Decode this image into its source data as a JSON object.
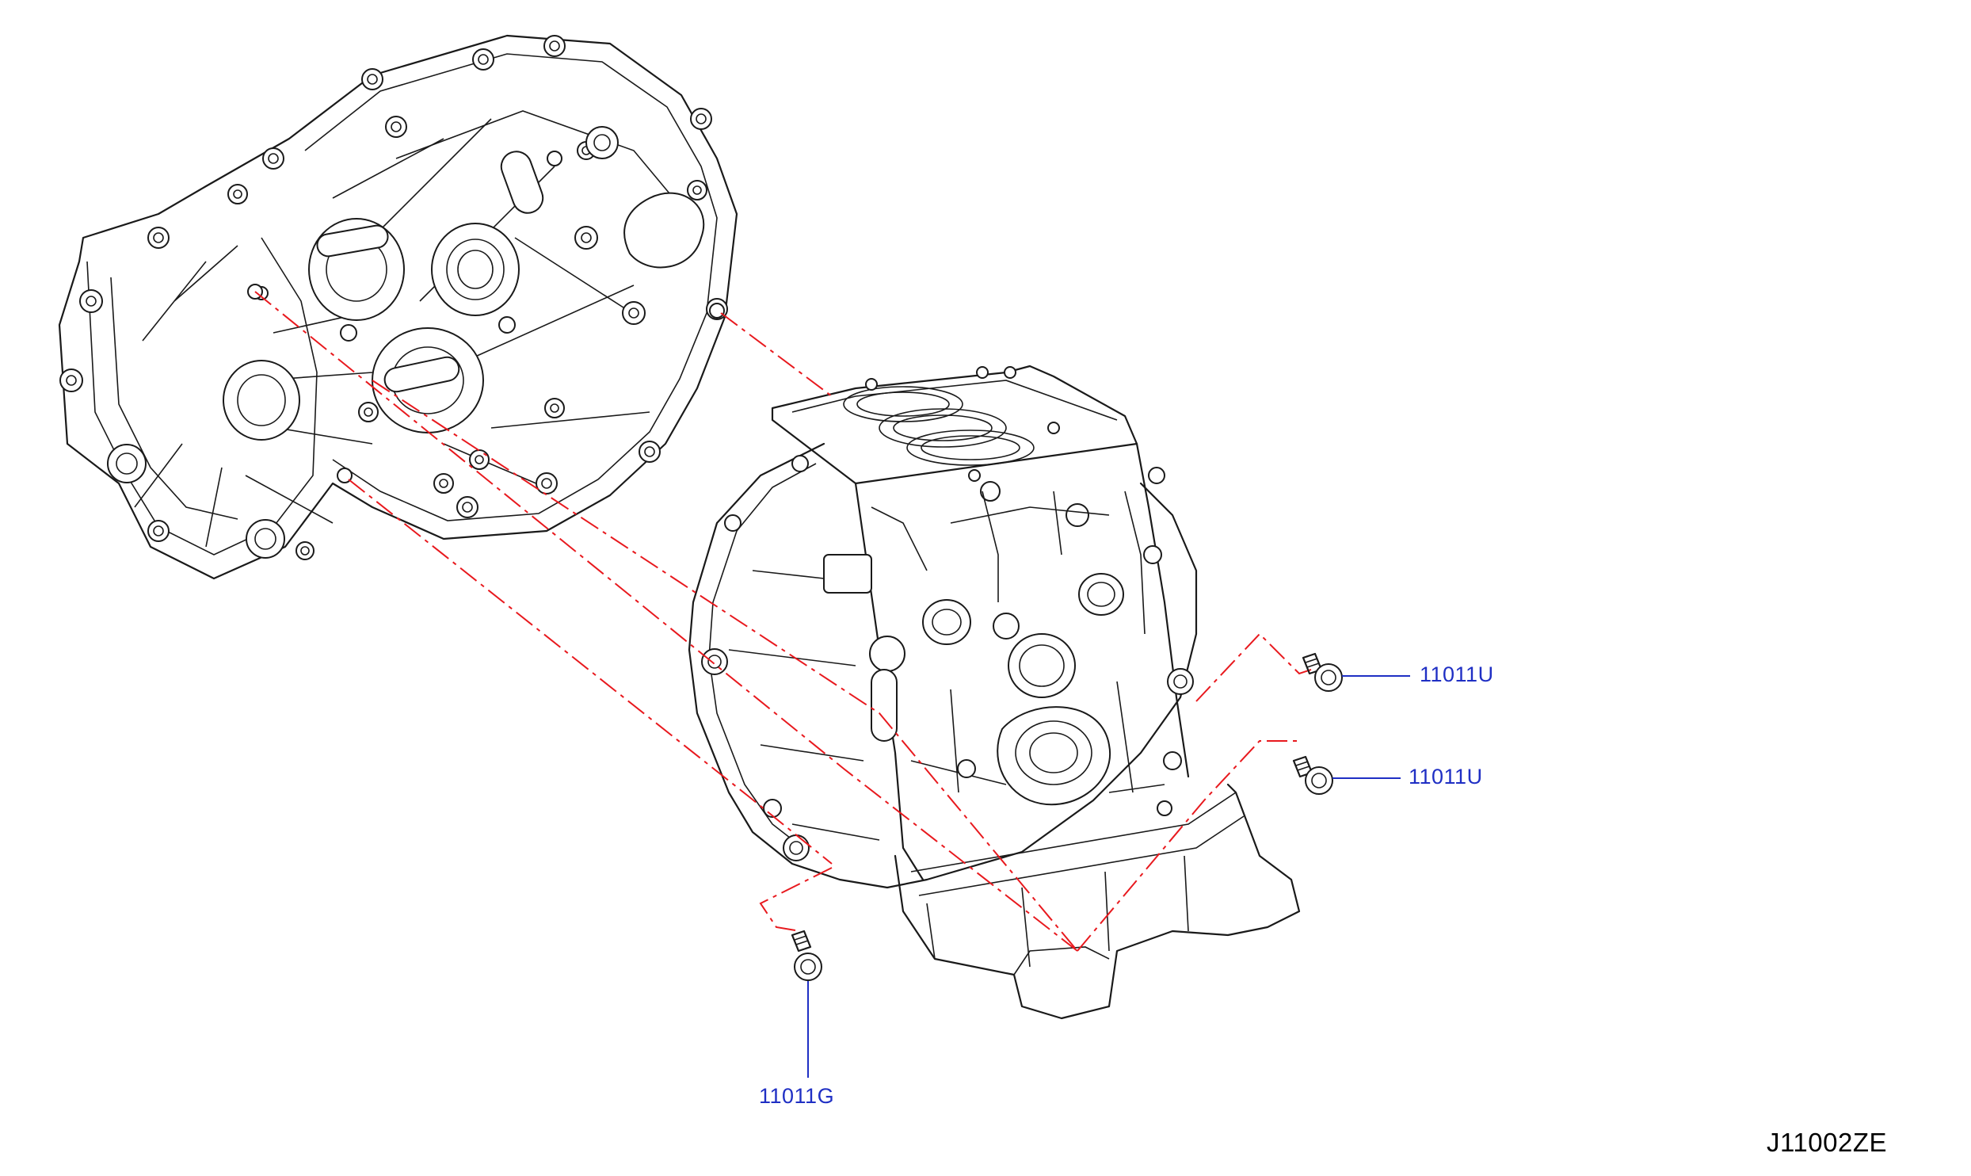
{
  "diagram": {
    "colors": {
      "line_art": "#1a1a1a",
      "phantom_lines": "#e8191e",
      "callouts": "#1f2fc4"
    },
    "callouts": [
      {
        "id": "bolt-upper",
        "label": "11011U"
      },
      {
        "id": "bolt-middle",
        "label": "11011U"
      },
      {
        "id": "bolt-lower",
        "label": "11011G"
      }
    ],
    "document_id": "J11002ZE"
  }
}
